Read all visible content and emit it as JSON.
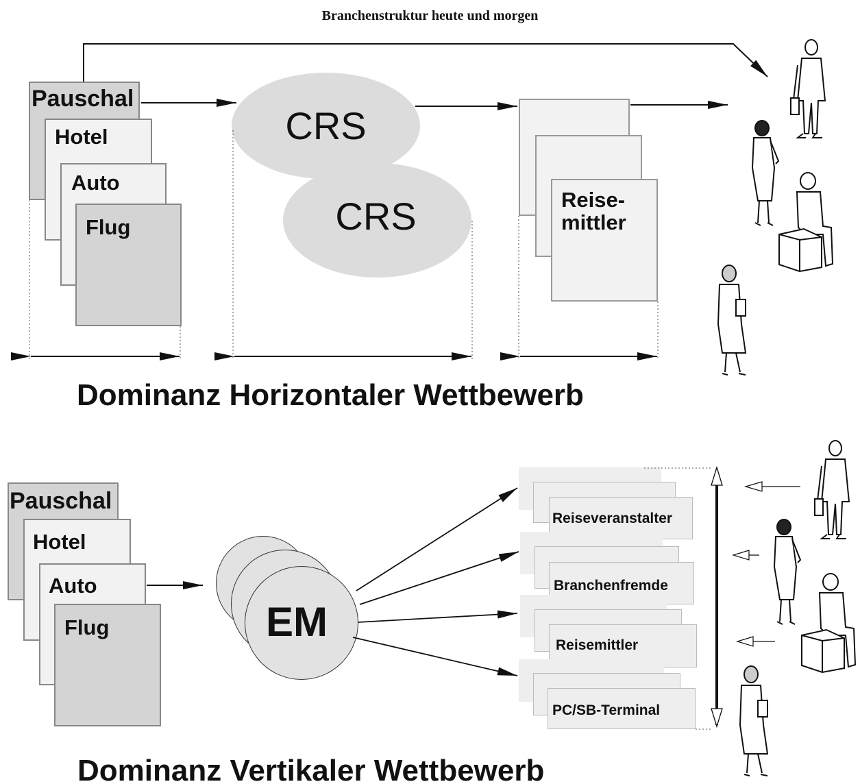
{
  "title": "Branchenstruktur heute und morgen",
  "top": {
    "products": [
      "Pauschal",
      "Hotel",
      "Auto",
      "Flug"
    ],
    "crs": [
      "CRS",
      "CRS"
    ],
    "reisemittler": "Reise-\nmittler",
    "heading": "Dominanz Horizontaler Wettbewerb"
  },
  "bottom": {
    "products": [
      "Pauschal",
      "Hotel",
      "Auto",
      "Flug"
    ],
    "em": "EM",
    "channels": [
      "Reiseveranstalter",
      "Branchenfremde",
      "Reisemittler",
      "PC/SB-Terminal"
    ],
    "heading": "Dominanz Vertikaler Wettbewerb"
  },
  "colors": {
    "card_dark": "#d4d4d4",
    "card_light": "#f2f2f2",
    "ellipse": "#dcdcdc",
    "line": "#111111"
  },
  "icons": [
    "businessman-icon",
    "businesswoman-icon",
    "seated-traveller-icon",
    "woman-with-folder-icon"
  ]
}
